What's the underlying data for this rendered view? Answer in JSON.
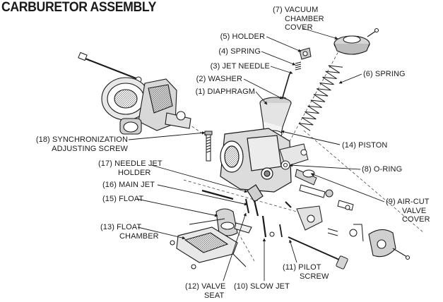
{
  "title": "CARBURETOR ASSEMBLY",
  "labels": {
    "p1": [
      "(1) DIAPHRAGM"
    ],
    "p2": [
      "(2) WASHER"
    ],
    "p3": [
      "(3) JET NEEDLE"
    ],
    "p4": [
      "(4) SPRING"
    ],
    "p5": [
      "(5) HOLDER"
    ],
    "p6": [
      "(6) SPRING"
    ],
    "p7": [
      "(7) VACUUM",
      "CHAMBER",
      "COVER"
    ],
    "p8": [
      "(8) O-RING"
    ],
    "p9": [
      "(9) AIR-CUT",
      "VALVE",
      "COVER"
    ],
    "p11": [
      "(11) PILOT",
      "SCREW"
    ],
    "p12": [
      "(12) VALVE",
      "SEAT"
    ],
    "p10": [
      "(10) SLOW JET"
    ],
    "p13": [
      "(13) FLOAT",
      "CHAMBER"
    ],
    "p14": [
      "(14) PISTON"
    ],
    "p15": [
      "(15) FLOAT"
    ],
    "p16": [
      "(16) MAIN JET"
    ],
    "p17": [
      "(17) NEEDLE JET",
      "HOLDER"
    ],
    "p18": [
      "(18) SYNCHRONIZATION",
      "ADJUSTING SCREW"
    ]
  },
  "colors": {
    "ink": "#1a1a1a",
    "paper": "#ffffff",
    "shade": "#bdbdbd"
  }
}
